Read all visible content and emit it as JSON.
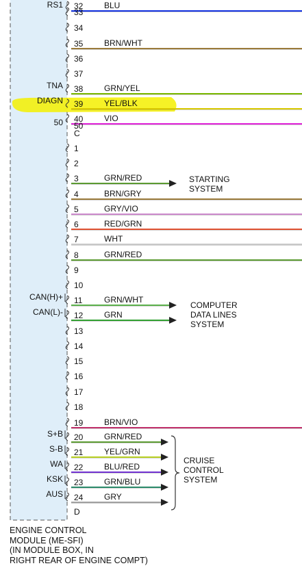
{
  "colors": {
    "module_fill": "#dfeef9",
    "outline": "#555555",
    "text": "#111111",
    "arrow": "#222222",
    "highlight": "#f5f000",
    "BLU": "#1030e0",
    "BRN": "#8a6a2a",
    "BRN_WHT": "#9a7a3a",
    "GRN_YEL": "#7ab800",
    "YEL_BLK": "#d8c800",
    "VIO": "#e020d8",
    "GRN_RED": "#5a9a30",
    "BRN_GRY": "#9a7a3a",
    "GRY_VIO": "#cc88cc",
    "RED_GRN": "#e05030",
    "WHT": "#c8c8c8",
    "GRN_WHT": "#5ab04a",
    "GRN": "#30a030",
    "BRN_VIO": "#c0306a",
    "YEL_GRN": "#b8d020",
    "BLU_RED": "#7030d0",
    "GRN_BLU": "#2a8a6a",
    "GRY": "#a0a0a0"
  },
  "pins": [
    {
      "num": "32",
      "signal": "RS1",
      "wire": "BLU",
      "color": "BLU",
      "extent": "full"
    },
    {
      "num": "33"
    },
    {
      "num": "34"
    },
    {
      "num": "35",
      "wire": "BRN/WHT",
      "color": "BRN_WHT",
      "extent": "full"
    },
    {
      "num": "36"
    },
    {
      "num": "37"
    },
    {
      "num": "38",
      "signal": "TNA",
      "wire": "GRN/YEL",
      "color": "GRN_YEL",
      "extent": "full"
    },
    {
      "num": "39",
      "signal": "DIAGN",
      "wire": "YEL/BLK",
      "color": "YEL_BLK",
      "extent": "full",
      "highlight": true
    },
    {
      "num": "40",
      "wire": "VIO",
      "color": "VIO",
      "extent": "full"
    },
    {
      "num": "50",
      "signal": "50",
      "plain": true
    },
    {
      "num": "C",
      "plain": true
    },
    {
      "num": "1"
    },
    {
      "num": "2"
    },
    {
      "num": "3",
      "wire": "GRN/RED",
      "color": "GRN_RED",
      "extent": "arrow"
    },
    {
      "num": "4",
      "wire": "BRN/GRY",
      "color": "BRN_GRY",
      "extent": "full"
    },
    {
      "num": "5",
      "wire": "GRY/VIO",
      "color": "GRY_VIO",
      "extent": "full"
    },
    {
      "num": "6",
      "wire": "RED/GRN",
      "color": "RED_GRN",
      "extent": "full"
    },
    {
      "num": "7",
      "wire": "WHT",
      "color": "WHT",
      "extent": "full"
    },
    {
      "num": "8",
      "wire": "GRN/RED",
      "color": "GRN_RED",
      "extent": "full"
    },
    {
      "num": "9"
    },
    {
      "num": "10"
    },
    {
      "num": "11",
      "signal": "CAN(H)+",
      "wire": "GRN/WHT",
      "color": "GRN_WHT",
      "extent": "arrow"
    },
    {
      "num": "12",
      "signal": "CAN(L)-",
      "wire": "GRN",
      "color": "GRN",
      "extent": "arrow"
    },
    {
      "num": "13"
    },
    {
      "num": "14"
    },
    {
      "num": "15"
    },
    {
      "num": "16"
    },
    {
      "num": "17"
    },
    {
      "num": "18"
    },
    {
      "num": "19",
      "wire": "BRN/VIO",
      "color": "BRN_VIO",
      "extent": "full"
    },
    {
      "num": "20",
      "signal": "S+B",
      "wire": "GRN/RED",
      "color": "GRN_RED",
      "extent": "cruise"
    },
    {
      "num": "21",
      "signal": "S-B",
      "wire": "YEL/GRN",
      "color": "YEL_GRN",
      "extent": "cruise"
    },
    {
      "num": "22",
      "signal": "WA",
      "wire": "BLU/RED",
      "color": "BLU_RED",
      "extent": "cruise"
    },
    {
      "num": "23",
      "signal": "KSK",
      "wire": "GRN/BLU",
      "color": "GRN_BLU",
      "extent": "cruise"
    },
    {
      "num": "24",
      "signal": "AUS",
      "wire": "GRY",
      "color": "GRY",
      "extent": "cruise"
    },
    {
      "num": "D",
      "plain": true
    }
  ],
  "destinations": [
    {
      "name": "starting-system",
      "lines": [
        "STARTING",
        "SYSTEM"
      ]
    },
    {
      "name": "computer-data-lines-system",
      "lines": [
        "COMPUTER",
        "DATA LINES",
        "SYSTEM"
      ]
    },
    {
      "name": "cruise-control-system",
      "lines": [
        "CRUISE",
        "CONTROL",
        "SYSTEM"
      ]
    }
  ],
  "module_label": {
    "line1": "ENGINE CONTROL",
    "line2": "MODULE (ME-SFI)",
    "line3": "(IN MODULE BOX, IN",
    "line4": "RIGHT REAR OF ENGINE COMPT)"
  }
}
